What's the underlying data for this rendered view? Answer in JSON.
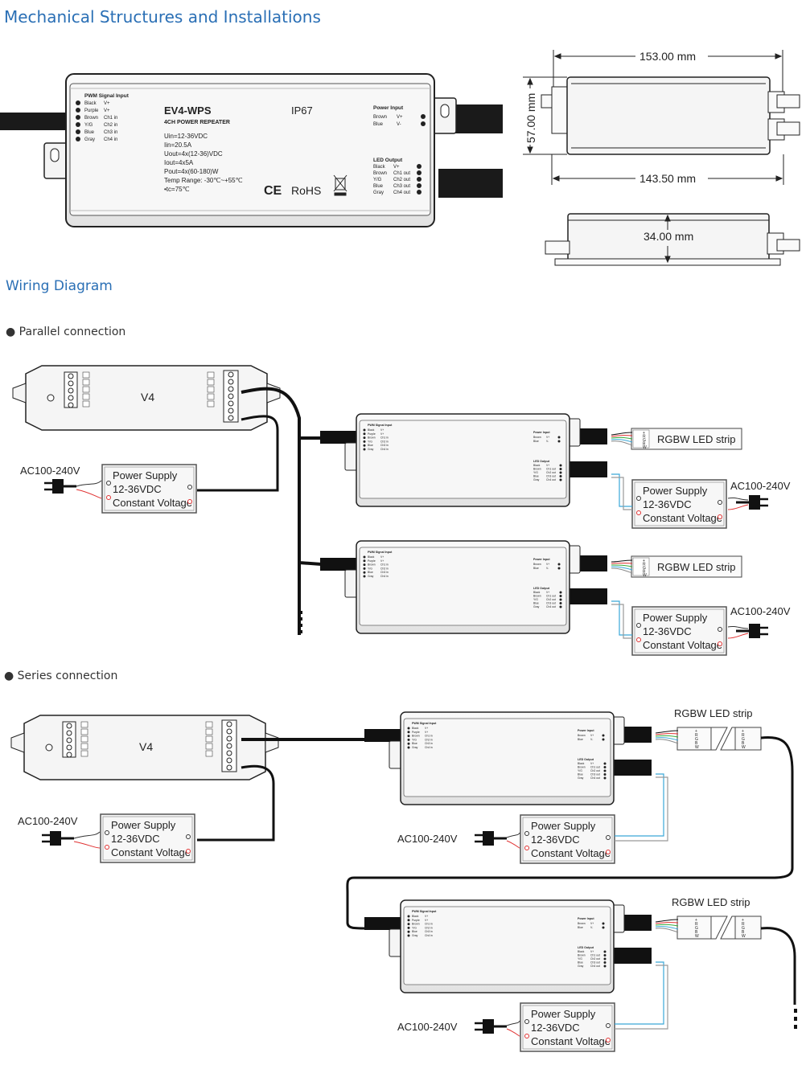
{
  "sections": {
    "mechanical_title": "Mechanical Structures and Installations",
    "wiring_title": "Wiring Diagram",
    "parallel_label": "Parallel connection",
    "series_label": "Series connection"
  },
  "device": {
    "model": "EV4-WPS",
    "subtitle": "4CH POWER REPEATER",
    "ip": "IP67",
    "specs": [
      "Uin=12-36VDC",
      "Iin=20.5A",
      "Uout=4x(12-36)VDC",
      "Iout=4x5A",
      "Pout=4x(60-180)W",
      "Temp Range: -30℃~+55℃",
      "•tc=75℃"
    ],
    "cert_ce": "CE",
    "cert_rohs": "RoHS",
    "pwm_title": "PWM Signal Input",
    "pwm_rows": [
      {
        "c": "Black",
        "v": "V+"
      },
      {
        "c": "Purple",
        "v": "V+"
      },
      {
        "c": "Brown",
        "v": "Ch1 in"
      },
      {
        "c": "Y/G",
        "v": "Ch2 in"
      },
      {
        "c": "Blue",
        "v": "Ch3 in"
      },
      {
        "c": "Gray",
        "v": "Ch4 in"
      }
    ],
    "power_title": "Power Input",
    "power_rows": [
      {
        "c": "Brown",
        "v": "V+"
      },
      {
        "c": "Blue",
        "v": "V-"
      }
    ],
    "led_title": "LED Output",
    "led_rows": [
      {
        "c": "Black",
        "v": "V+"
      },
      {
        "c": "Brown",
        "v": "Ch1 out"
      },
      {
        "c": "Y/G",
        "v": "Ch2 out"
      },
      {
        "c": "Blue",
        "v": "Ch3 out"
      },
      {
        "c": "Gray",
        "v": "Ch4 out"
      }
    ]
  },
  "dimensions": {
    "length": "153.00 mm",
    "width": "57.00 mm",
    "mount": "143.50 mm",
    "height": "34.00 mm"
  },
  "wiring": {
    "controller": "V4",
    "psu_lines": [
      "Power Supply",
      "12-36VDC",
      "Constant Voltage"
    ],
    "ac": "AC100-240V",
    "strip": "RGBW LED strip",
    "strip_pins": [
      "+",
      "R",
      "G",
      "B",
      "W"
    ]
  },
  "colors": {
    "heading": "#2a6fb5",
    "body": "#f2f2f2",
    "outline": "#222222",
    "wire_red": "#e03030",
    "wire_blue": "#3aa8d8",
    "wire_green": "#3aaa3a"
  }
}
